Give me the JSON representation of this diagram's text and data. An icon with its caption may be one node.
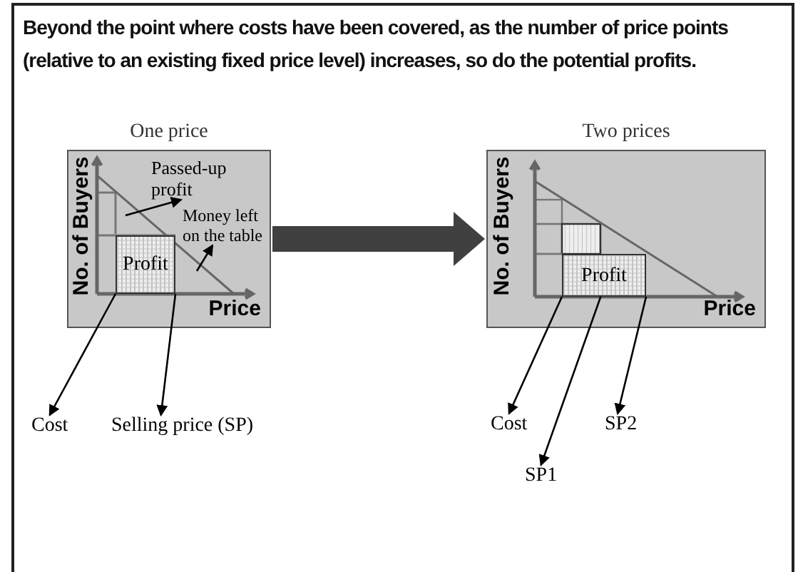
{
  "diagram": {
    "title": "Beyond the point where costs have been covered, as the number of price points (relative to an existing fixed price level) increases, so do the potential profits.",
    "nodes": [
      {
        "text": [
          "One price"
        ]
      },
      {
        "text": [
          "Passed-up profit"
        ],
        "in": 0
      },
      {
        "text": [
          "Money left on the table"
        ],
        "in": 0
      },
      {
        "text": [
          "Profit"
        ],
        "in": 0
      },
      {
        "text": [
          "Cost"
        ]
      },
      {
        "text": [
          "Selling price (SP)"
        ]
      },
      {
        "text": [
          "Two prices"
        ]
      },
      {
        "text": [
          "Profit"
        ],
        "in": 6
      },
      {
        "text": [
          "Cost"
        ]
      },
      {
        "text": [
          "SP1"
        ]
      },
      {
        "text": [
          "SP2"
        ]
      }
    ],
    "edges": [
      {
        "from": null,
        "to": 1,
        "arrow": "to"
      },
      {
        "from": null,
        "to": 2,
        "arrow": "to"
      },
      {
        "from": 3,
        "to": 4,
        "arrow": "to"
      },
      {
        "from": 3,
        "to": 5,
        "arrow": "to"
      },
      {
        "from": 0,
        "to": 6,
        "arrow": "to",
        "style": "thick",
        "color": "#404040"
      },
      {
        "from": 7,
        "to": 8,
        "arrow": "to"
      },
      {
        "from": 7,
        "to": 9,
        "arrow": "to"
      },
      {
        "from": 7,
        "to": 10,
        "arrow": "to"
      }
    ],
    "labels": [
      "No. of Buyers",
      "Price",
      "No. of Buyers",
      "Price"
    ]
  }
}
